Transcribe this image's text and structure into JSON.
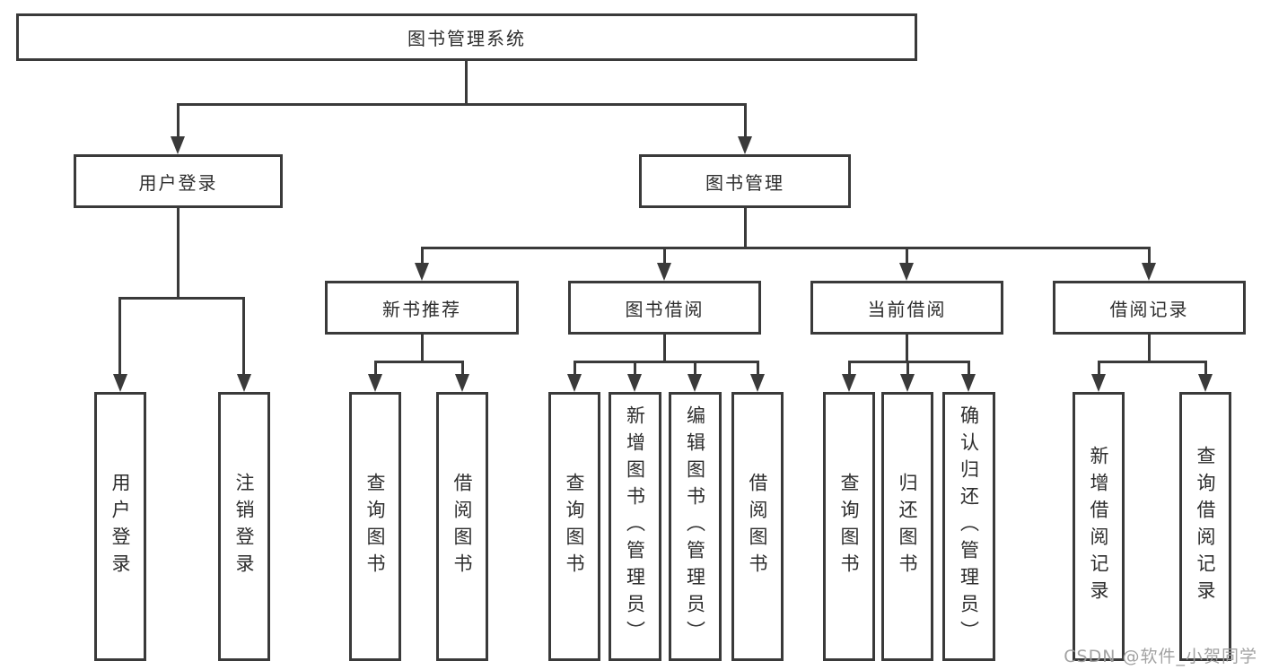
{
  "diagram": {
    "root": {
      "label": "图书管理系统"
    },
    "branches": [
      {
        "label": "用户登录",
        "children": [
          {
            "label": "用户登录"
          },
          {
            "label": "注销登录"
          }
        ]
      },
      {
        "label": "图书管理",
        "sections": [
          {
            "label": "新书推荐",
            "children": [
              {
                "label": "查询图书"
              },
              {
                "label": "借阅图书"
              }
            ]
          },
          {
            "label": "图书借阅",
            "children": [
              {
                "label": "查询图书"
              },
              {
                "label": "新增图书（管理员）"
              },
              {
                "label": "编辑图书（管理员）"
              },
              {
                "label": "借阅图书"
              }
            ]
          },
          {
            "label": "当前借阅",
            "children": [
              {
                "label": "查询图书"
              },
              {
                "label": "归还图书"
              },
              {
                "label": "确认归还（管理员）"
              }
            ]
          },
          {
            "label": "借阅记录",
            "children": [
              {
                "label": "新增借阅记录"
              },
              {
                "label": "查询借阅记录"
              }
            ]
          }
        ]
      }
    ]
  },
  "watermark": {
    "text": "CSDN @软件_小贺同学"
  },
  "colors": {
    "line": "#3a3a3a",
    "text": "#2d2d2d",
    "watermark": "#9e9e9e",
    "background": "#ffffff"
  }
}
